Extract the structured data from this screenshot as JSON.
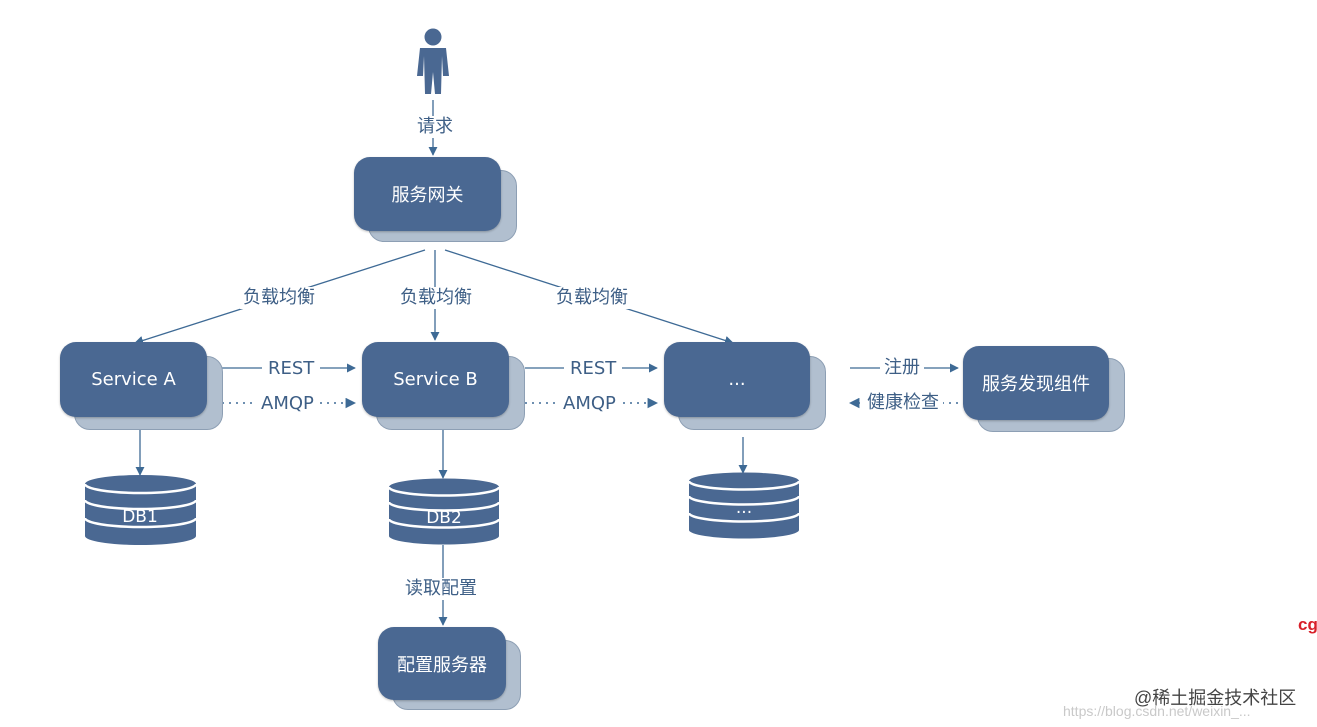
{
  "nodes": {
    "gateway": "服务网关",
    "service_a": "Service A",
    "service_b": "Service B",
    "service_etc": "...",
    "discovery": "服务发现组件",
    "config_server": "配置服务器",
    "db1": "DB1",
    "db2": "DB2",
    "db_etc": "..."
  },
  "edges": {
    "request": "请求",
    "lb_left": "负载均衡",
    "lb_mid": "负载均衡",
    "lb_right": "负载均衡",
    "rest_1": "REST",
    "amqp_1": "AMQP",
    "rest_2": "REST",
    "amqp_2": "AMQP",
    "register": "注册",
    "health_check": "健康检查",
    "read_config": "读取配置"
  },
  "watermark": {
    "site": "@稀土掘金技术社区",
    "url": "https://blog.csdn.net/weixin_...",
    "corner": "cg"
  },
  "colors": {
    "node_fill": "#4a6892",
    "node_shadow": "#b1bfcf",
    "arrow": "#3e6a95",
    "label": "#3e5f86"
  }
}
